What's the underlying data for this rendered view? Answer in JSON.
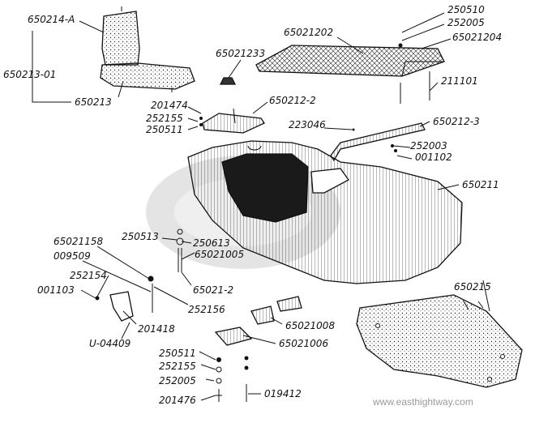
{
  "diagram": {
    "labels": {
      "l_650214A": "650214-A",
      "l_650213_01": "650213-01",
      "l_650213": "650213",
      "l_65021202": "65021202",
      "l_250510": "250510",
      "l_252005_top": "252005",
      "l_65021204": "65021204",
      "l_65021233": "65021233",
      "l_211101": "211101",
      "l_201474": "201474",
      "l_252155_top": "252155",
      "l_250511_top": "250511",
      "l_650212_2": "650212-2",
      "l_223046": "223046",
      "l_650212_3": "650212-3",
      "l_252003": "252003",
      "l_001102": "001102",
      "l_650211": "650211",
      "l_250513": "250513",
      "l_250613": "250613",
      "l_65021005": "65021005",
      "l_65021158": "65021158",
      "l_009509": "009509",
      "l_252154": "252154",
      "l_001103": "001103",
      "l_65021_2": "65021-2",
      "l_252156": "252156",
      "l_201418": "201418",
      "l_U04409": "U-04409",
      "l_650215": "650215",
      "l_65021008": "65021008",
      "l_65021006": "65021006",
      "l_250511_bot": "250511",
      "l_252155_bot": "252155",
      "l_252005_bot": "252005",
      "l_201476": "201476",
      "l_019412": "019412"
    },
    "watermark": "www.easthightway.com"
  }
}
